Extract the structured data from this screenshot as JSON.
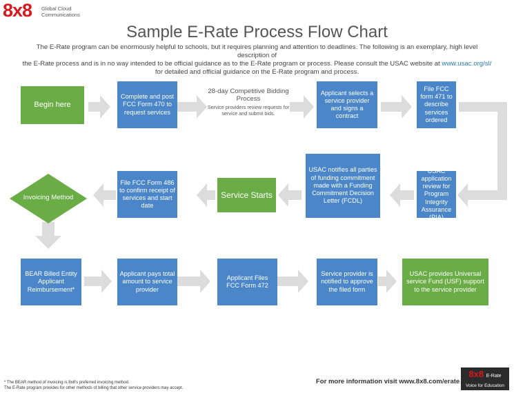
{
  "logo": {
    "mark": "8x8",
    "tagline_1": "Global Cloud",
    "tagline_2": "Communications"
  },
  "title": "Sample E-Rate Process Flow Chart",
  "intro": {
    "line1": "The E-Rate program can be  enormously helpful to schools, but it requires planning and attention to deadlines. The following is an exemplary, high level description of",
    "line2_prefix": "the E-Rate process and is in no way intended to be official guidance as to the E-Rate program or process. Please consult the USAC website at ",
    "link": "www.usac.org/sl/",
    "line3": "for detailed and official guidance on the E-Rate program and process."
  },
  "steps": {
    "begin": "Begin here",
    "post470": "Complete and post FCC Form 470 to request services",
    "bidding_title": "28-day Competitive Bidding Process",
    "bidding_sub": "Service providers review requests for service and submit bids.",
    "contract": "Applicant selects a service provider and signs a contract",
    "file471": "File FCC form 471 to describe services ordered",
    "pia": "USAC application review for Program Integrity Assurance (PIA)",
    "fcdl": "USAC notifies all parties of funding commitment made with a Funding Commitment Decision Letter (FCDL)",
    "service_starts": "Service Starts",
    "file486": "File FCC Form 486 to confirm receipt of services and start date",
    "invoicing": "Invoicing Method",
    "bear": "BEAR Billed Entity Applicant Reimbursement*",
    "pays": "Applicant pays total amount to service provider",
    "files472": "Applicant Files FCC Form 472",
    "notified": "Service provider is notified to approve the filed form",
    "usf": "USAC provides Universal service Fund (USF) support to the service provider"
  },
  "footer": {
    "note1": "* The BEAR method of invoicing is 8x8’s preferred invoicing method.",
    "note2": "  The E-Rate program provides for other methods of billing that other service providers may accept.",
    "more_info": "For more information visit www.8x8.com/erate",
    "badge_brand": "8x8",
    "badge_label": "E-Rate",
    "badge_sub": "Voice for Education"
  },
  "colors": {
    "blue": "#4a86c8",
    "green": "#6aac45",
    "arrow": "#dcdcdc",
    "brand_red": "#d71920"
  }
}
